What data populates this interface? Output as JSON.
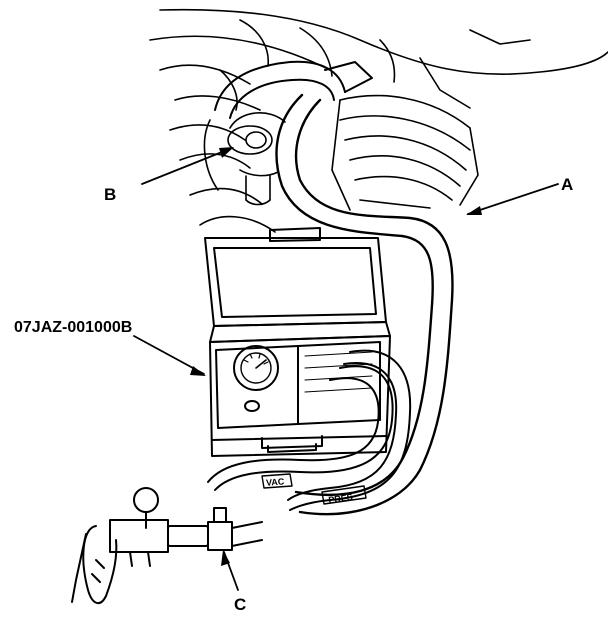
{
  "labels": {
    "callout_a": "A",
    "callout_b": "B",
    "callout_c": "C",
    "tester_part_number": "07JAZ-001000B",
    "hose_vac": "VAC",
    "hose_pres": "PRES"
  },
  "colors": {
    "ink": "#000000",
    "paper": "#ffffff"
  }
}
